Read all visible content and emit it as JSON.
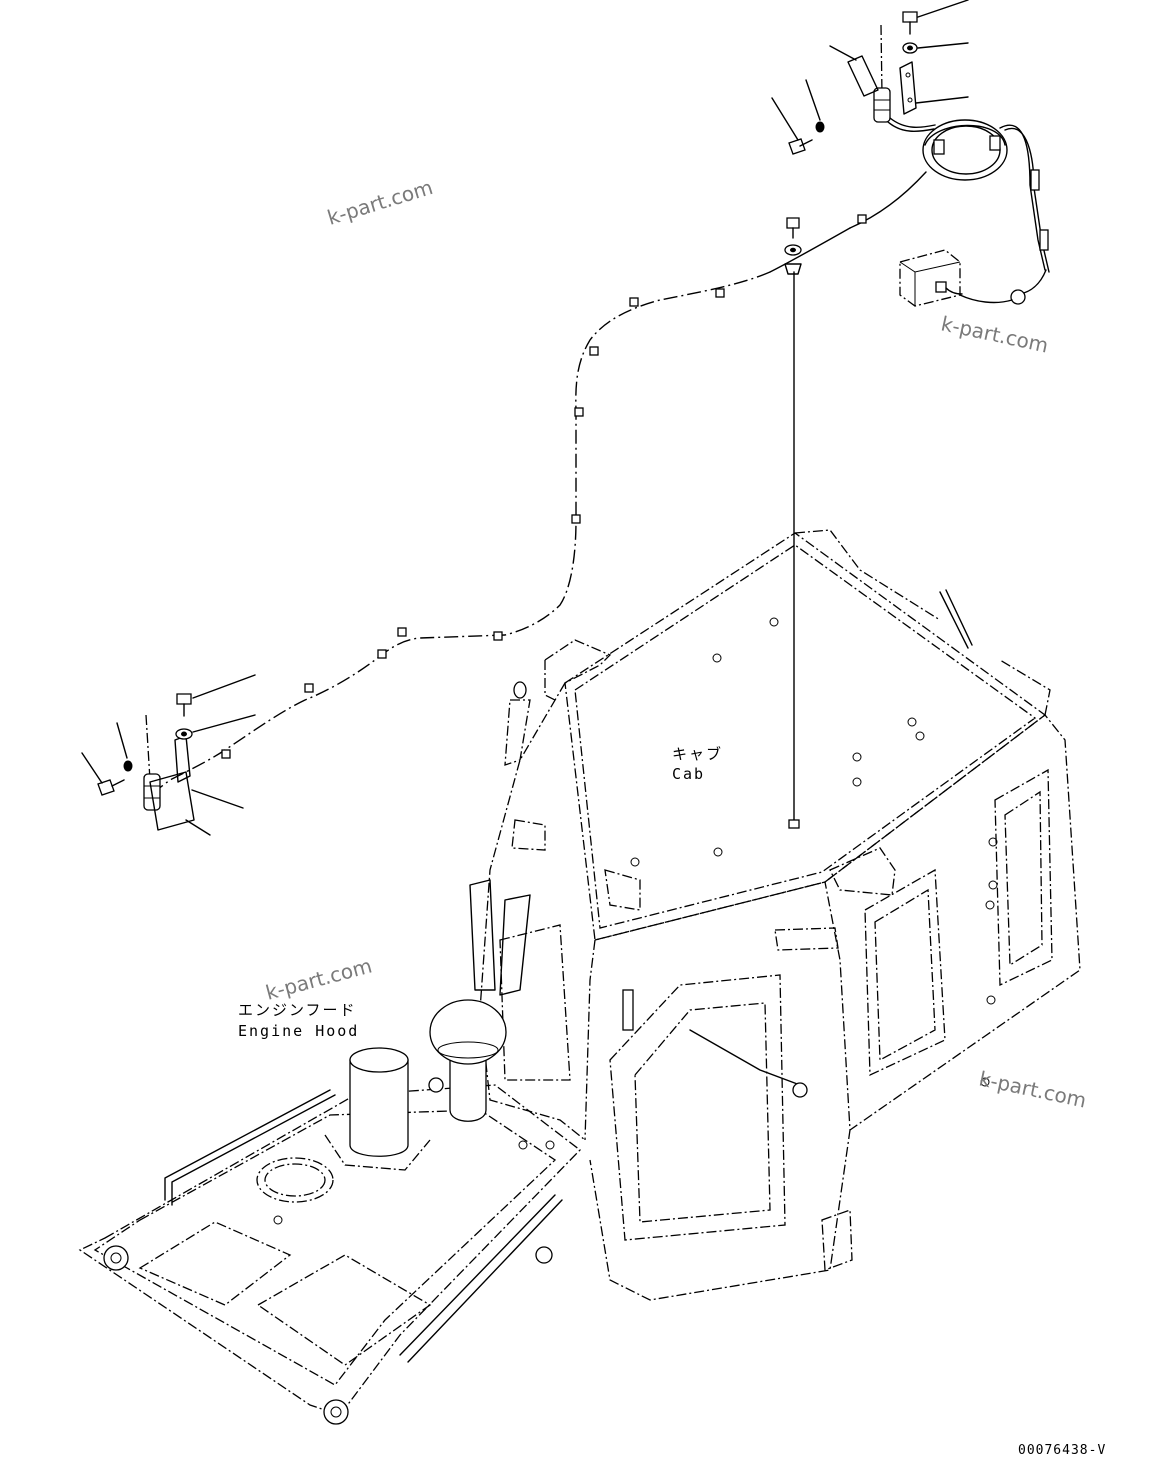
{
  "labels": {
    "cab_jp": "キャブ",
    "cab_en": "Cab",
    "hood_jp": "エンジンフード",
    "hood_en": "Engine Hood"
  },
  "watermarks": [
    "k-part.com",
    "k-part.com",
    "k-part.com",
    "k-part.com"
  ],
  "drawing_code": "00076438-V"
}
